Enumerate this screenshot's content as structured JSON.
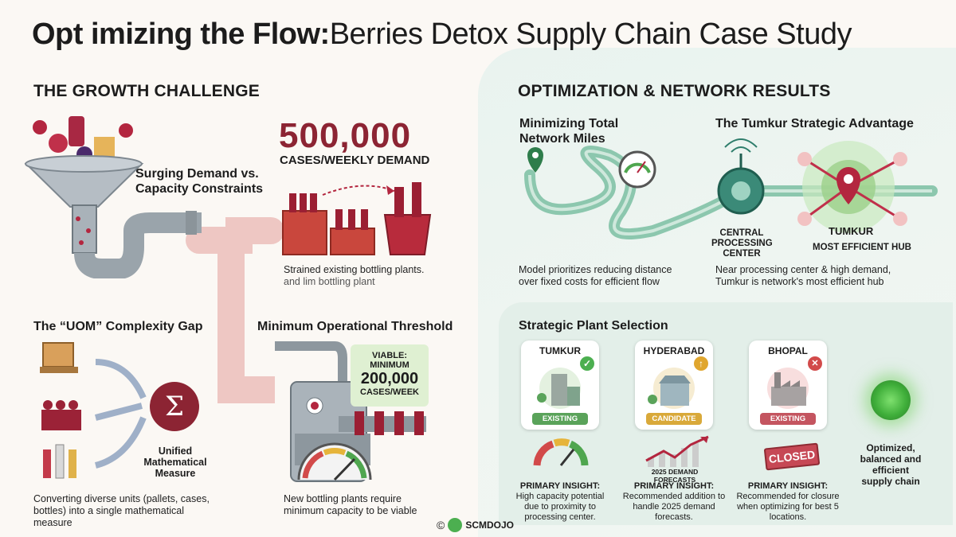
{
  "title": {
    "bold": "Opt imizing the Flow:",
    "rest": "Berries Detox Supply Chain Case Study"
  },
  "left": {
    "heading": "THE GROWTH CHALLENGE",
    "surging": "Surging Demand vs. Capacity Constraints",
    "big_number": "500,000",
    "big_number_label": "CASES/WEEKLY DEMAND",
    "strained_line1": "Strained existing bottling plants.",
    "strained_line2": "and lim    bottling plant",
    "uom_heading": "The “UOM” Complexity Gap",
    "sigma": "Σ",
    "unified": "Unified Mathematical Measure",
    "uom_caption": "Converting diverse units (pallets, cases, bottles) into a single mathematical measure",
    "threshold_heading": "Minimum Operational Threshold",
    "viable_line1": "VIABLE:",
    "viable_line2": "MINIMUM",
    "viable_number": "200,000",
    "viable_unit": "CASES/WEEK",
    "threshold_caption": "New bottling plants require minimum capacity to be viable"
  },
  "right": {
    "heading": "OPTIMIZATION & NETWORK RESULTS",
    "miles_heading": "Minimizing Total Network Miles",
    "tumkur_heading": "The Tumkur Strategic Advantage",
    "cpc_label": "CENTRAL PROCESSING CENTER",
    "tumkur_label": "TUMKUR",
    "most_efficient": "MOST EFFICIENT HUB",
    "miles_caption": "Model prioritizes reducing distance over fixed costs for efficient flow",
    "tumkur_caption": "Near processing center & high demand, Tumkur is network's most efficient hub",
    "selection_heading": "Strategic Plant Selection",
    "plants": [
      {
        "name": "TUMKUR",
        "status": "EXISTING",
        "status_color": "#5aa35a",
        "mark": "✓",
        "mark_color": "#4caf50",
        "insight_title": "PRIMARY INSIGHT:",
        "insight": "High capacity potential due to proximity to processing center."
      },
      {
        "name": "HYDERABAD",
        "status": "CANDIDATE",
        "status_color": "#d9a93a",
        "mark": "↑",
        "mark_color": "#e0a62e",
        "insight_title": "PRIMARY INSIGHT:",
        "insight": "Recommended addition to handle 2025 demand forecasts."
      },
      {
        "name": "BHOPAL",
        "status": "EXISTING",
        "status_color": "#c45560",
        "mark": "✕",
        "mark_color": "#d24a4a",
        "insight_title": "PRIMARY INSIGHT:",
        "insight": "Recommended for closure when optimizing for best 5 locations."
      }
    ],
    "forecast_label": "2025 DEMAND FORECASTS",
    "closed_sign": "CLOSED",
    "optimized": "Optimized, balanced and efficient supply chain"
  },
  "footer": {
    "copyright": "©",
    "brand": "SCMDOJO"
  },
  "colors": {
    "berry": "#8c2433",
    "teal": "#2e7d6b",
    "green": "#5aa35a",
    "pipe": "#e8b7b4"
  }
}
